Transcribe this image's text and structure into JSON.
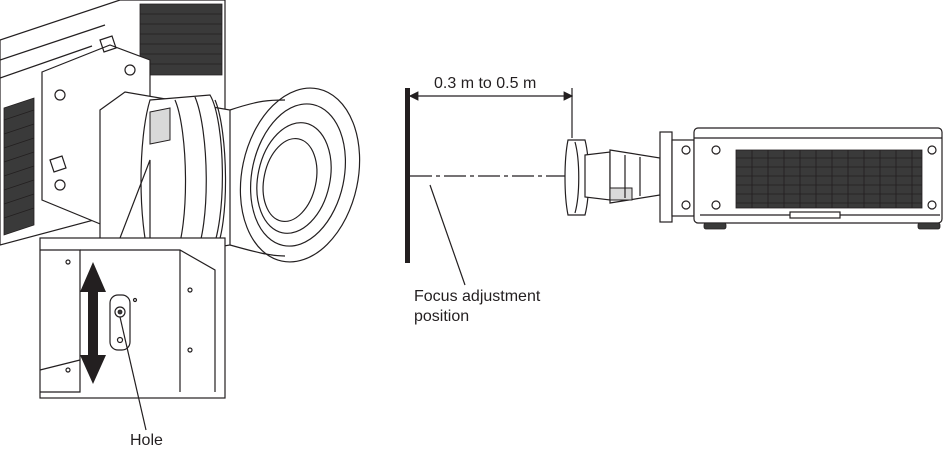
{
  "labels": {
    "distance": "0.3 m to 0.5 m",
    "focus_line1": "Focus adjustment",
    "focus_line2": "position",
    "hole": "Hole"
  },
  "colors": {
    "ink": "#231f20",
    "vent": "#3a3a3a",
    "background": "#ffffff"
  }
}
